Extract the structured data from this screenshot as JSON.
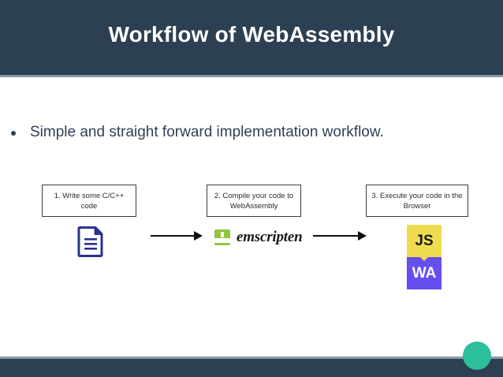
{
  "slide": {
    "title": "Workflow of WebAssembly",
    "bullets": [
      "Simple and straight forward implementation workflow."
    ],
    "theme": {
      "header_bg": "#2d3f52",
      "header_rule": "#8c9aa8",
      "title_color": "#ffffff",
      "body_text": "#2f4055",
      "accent_circle": "#2dbe9c",
      "background": "#ffffff"
    }
  },
  "diagram": {
    "steps": [
      {
        "label": "1. Write some C/C++ code"
      },
      {
        "label": "2. Compile your code to WebAssembly"
      },
      {
        "label": "3. Execute your code in the Browser"
      }
    ],
    "arrows": [
      {
        "direction": "right"
      },
      {
        "direction": "right"
      }
    ],
    "artifacts": {
      "source_document": {
        "icon": "document-icon",
        "color": "#2b3190"
      },
      "compiler": {
        "wordmark": "emscripten",
        "mark_color": "#8ec63f",
        "text_color": "#1a1a1a"
      },
      "browser_targets": [
        {
          "label": "JS",
          "bg": "#efdb4e",
          "fg": "#1b1b1b"
        },
        {
          "label": "WA",
          "bg": "#654ff0",
          "fg": "#ffffff"
        }
      ]
    }
  }
}
